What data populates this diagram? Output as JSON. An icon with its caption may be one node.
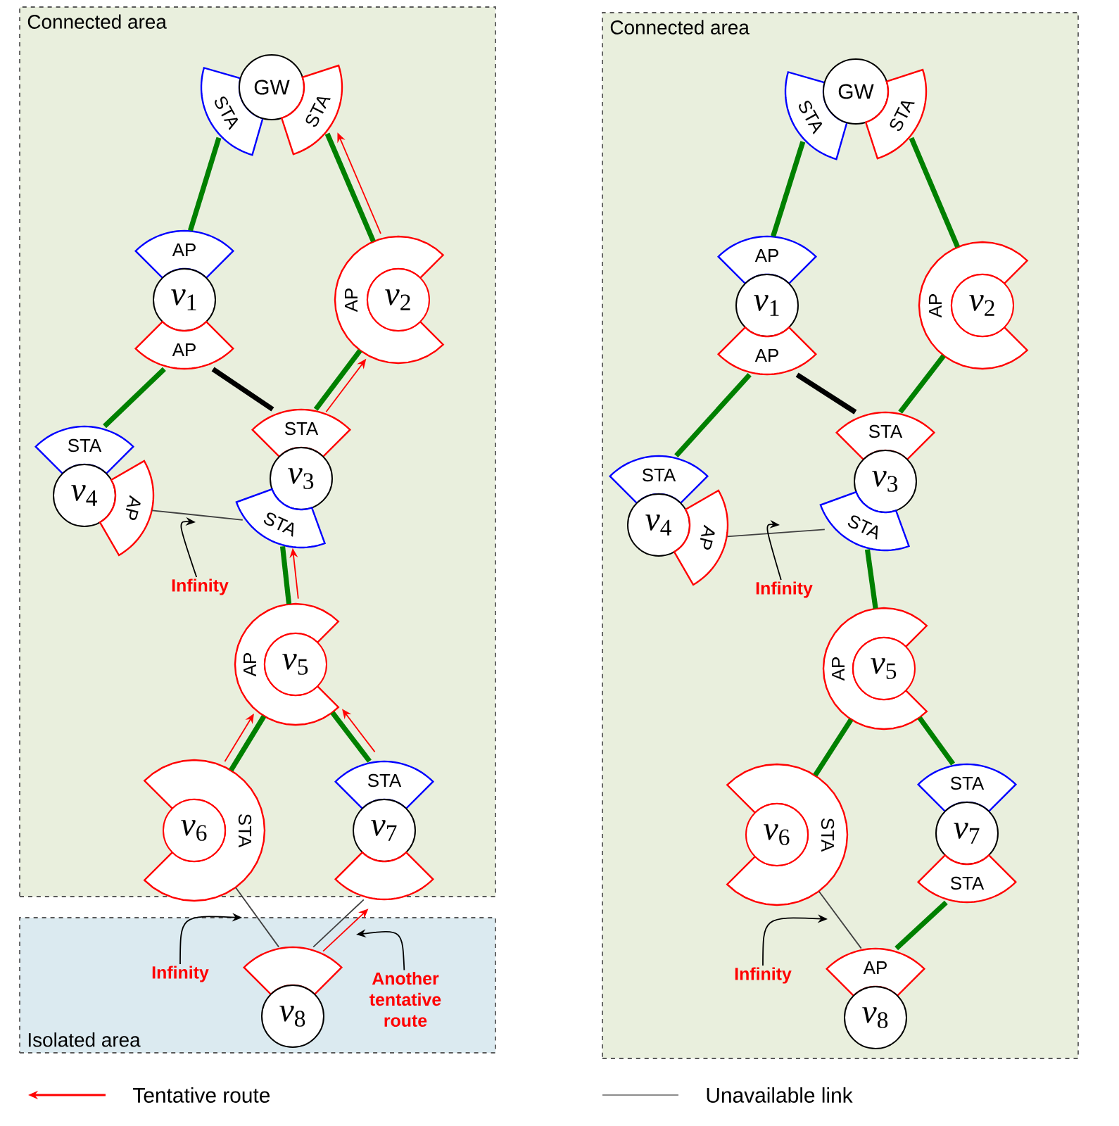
{
  "diagram": {
    "nodes": [
      {
        "text": [
          "Connected area"
        ]
      },
      {
        "text": [
          "Isolated area"
        ]
      },
      {
        "text": [
          "Connected area"
        ]
      },
      {
        "text": [
          "STA"
        ],
        "in": 0
      },
      {
        "text": [
          "GW"
        ],
        "in": 0
      },
      {
        "text": [
          "STA"
        ],
        "in": 0
      },
      {
        "text": [
          "AP"
        ],
        "in": 0
      },
      {
        "text": [
          "*v*$_{1}$"
        ],
        "in": 0
      },
      {
        "text": [
          "AP"
        ],
        "in": 0
      },
      {
        "text": [
          "AP"
        ],
        "in": 0
      },
      {
        "text": [
          "*v*$_{2}$"
        ],
        "in": 0
      },
      {
        "text": [
          "STA"
        ],
        "in": 0
      },
      {
        "text": [
          "*v*$_{4}$"
        ],
        "in": 0
      },
      {
        "text": [
          "AP"
        ],
        "in": 0
      },
      {
        "text": [
          "STA"
        ],
        "in": 0
      },
      {
        "text": [
          "*v*$_{3}$"
        ],
        "in": 0
      },
      {
        "text": [
          "STA"
        ],
        "in": 0
      },
      {
        "text": [
          "Infinity"
        ],
        "in": 0
      },
      {
        "text": [
          "AP"
        ],
        "in": 0
      },
      {
        "text": [
          "*v*$_{5}$"
        ],
        "in": 0
      },
      {
        "text": [
          "STA"
        ],
        "in": 0
      },
      {
        "text": [
          "*v*$_{6}$"
        ],
        "in": 0
      },
      {
        "text": [
          "STA"
        ],
        "in": 0
      },
      {
        "text": [
          "*v*$_{7}$"
        ],
        "in": 0
      },
      {
        "text": [],
        "shape": "wedge",
        "in": 0
      },
      {
        "text": [
          "Infinity"
        ],
        "in": 1
      },
      {
        "text": [],
        "shape": "wedge",
        "in": 1
      },
      {
        "text": [
          "*v*$_{8}$"
        ],
        "in": 1
      },
      {
        "text": [
          "Another tentative route"
        ],
        "in": 1
      },
      {
        "text": [
          "STA"
        ],
        "in": 2
      },
      {
        "text": [
          "GW"
        ],
        "in": 2
      },
      {
        "text": [
          "STA"
        ],
        "in": 2
      },
      {
        "text": [
          "AP"
        ],
        "in": 2
      },
      {
        "text": [
          "*v*$_{1}$"
        ],
        "in": 2
      },
      {
        "text": [
          "AP"
        ],
        "in": 2
      },
      {
        "text": [
          "AP"
        ],
        "in": 2
      },
      {
        "text": [
          "*v*$_{2}$"
        ],
        "in": 2
      },
      {
        "text": [
          "STA"
        ],
        "in": 2
      },
      {
        "text": [
          "*v*$_{4}$"
        ],
        "in": 2
      },
      {
        "text": [
          "AP"
        ],
        "in": 2
      },
      {
        "text": [
          "STA"
        ],
        "in": 2
      },
      {
        "text": [
          "*v*$_{3}$"
        ],
        "in": 2
      },
      {
        "text": [
          "STA"
        ],
        "in": 2
      },
      {
        "text": [
          "Infinity"
        ],
        "in": 2
      },
      {
        "text": [
          "AP"
        ],
        "in": 2
      },
      {
        "text": [
          "*v*$_{5}$"
        ],
        "in": 2
      },
      {
        "text": [
          "STA"
        ],
        "in": 2
      },
      {
        "text": [
          "*v*$_{6}$"
        ],
        "in": 2
      },
      {
        "text": [
          "STA"
        ],
        "in": 2
      },
      {
        "text": [
          "*v*$_{7}$"
        ],
        "in": 2
      },
      {
        "text": [
          "STA"
        ],
        "in": 2
      },
      {
        "text": [
          "Infinity"
        ],
        "in": 2
      },
      {
        "text": [
          "AP"
        ],
        "in": 2
      },
      {
        "text": [
          "*v*$_{8}$"
        ],
        "in": 2
      }
    ],
    "edges": [
      {
        "from": 3,
        "to": 6,
        "arrow": "none"
      },
      {
        "from": 5,
        "to": 9,
        "arrow": "none"
      },
      {
        "from": 9,
        "to": 5,
        "arrow": "to",
        "color": "#ff0000"
      },
      {
        "from": 8,
        "to": 11,
        "arrow": "none"
      },
      {
        "from": 8,
        "to": 14,
        "arrow": "none",
        "color": "#000000"
      },
      {
        "from": 14,
        "to": 9,
        "arrow": "none"
      },
      {
        "from": 14,
        "to": 9,
        "arrow": "to",
        "color": "#ff0000"
      },
      {
        "from": 13,
        "to": 16,
        "arrow": "none",
        "color": "#404040"
      },
      {
        "from": 17,
        "to": null,
        "arrow": "to",
        "color": "#000000"
      },
      {
        "from": 16,
        "to": 18,
        "arrow": "none"
      },
      {
        "from": 18,
        "to": 16,
        "arrow": "to",
        "color": "#ff0000"
      },
      {
        "from": 18,
        "to": 20,
        "arrow": "none"
      },
      {
        "from": 20,
        "to": 18,
        "arrow": "to",
        "color": "#ff0000"
      },
      {
        "from": 18,
        "to": 22,
        "arrow": "none"
      },
      {
        "from": 22,
        "to": 18,
        "arrow": "to",
        "color": "#ff0000"
      },
      {
        "from": 20,
        "to": 26,
        "arrow": "none",
        "color": "#404040"
      },
      {
        "from": 24,
        "to": 26,
        "arrow": "none",
        "color": "#404040"
      },
      {
        "from": 26,
        "to": 24,
        "arrow": "to",
        "color": "#ff0000"
      },
      {
        "from": 25,
        "to": null,
        "arrow": "to",
        "color": "#000000"
      },
      {
        "from": 28,
        "to": null,
        "arrow": "to",
        "color": "#000000"
      },
      {
        "from": 29,
        "to": 32,
        "arrow": "none"
      },
      {
        "from": 31,
        "to": 35,
        "arrow": "none"
      },
      {
        "from": 34,
        "to": 37,
        "arrow": "none"
      },
      {
        "from": 34,
        "to": 40,
        "arrow": "none",
        "color": "#000000"
      },
      {
        "from": 40,
        "to": 35,
        "arrow": "none"
      },
      {
        "from": 39,
        "to": 42,
        "arrow": "none",
        "color": "#404040"
      },
      {
        "from": 43,
        "to": null,
        "arrow": "to",
        "color": "#000000"
      },
      {
        "from": 42,
        "to": 44,
        "arrow": "none"
      },
      {
        "from": 44,
        "to": 46,
        "arrow": "none"
      },
      {
        "from": 44,
        "to": 48,
        "arrow": "none"
      },
      {
        "from": 46,
        "to": 52,
        "arrow": "none",
        "color": "#404040"
      },
      {
        "from": 50,
        "to": 52,
        "arrow": "none"
      },
      {
        "from": 51,
        "to": null,
        "arrow": "to",
        "color": "#000000"
      }
    ],
    "legend": [
      {
        "text": "Tentative route"
      },
      {
        "text": "Unavailable link"
      }
    ]
  }
}
